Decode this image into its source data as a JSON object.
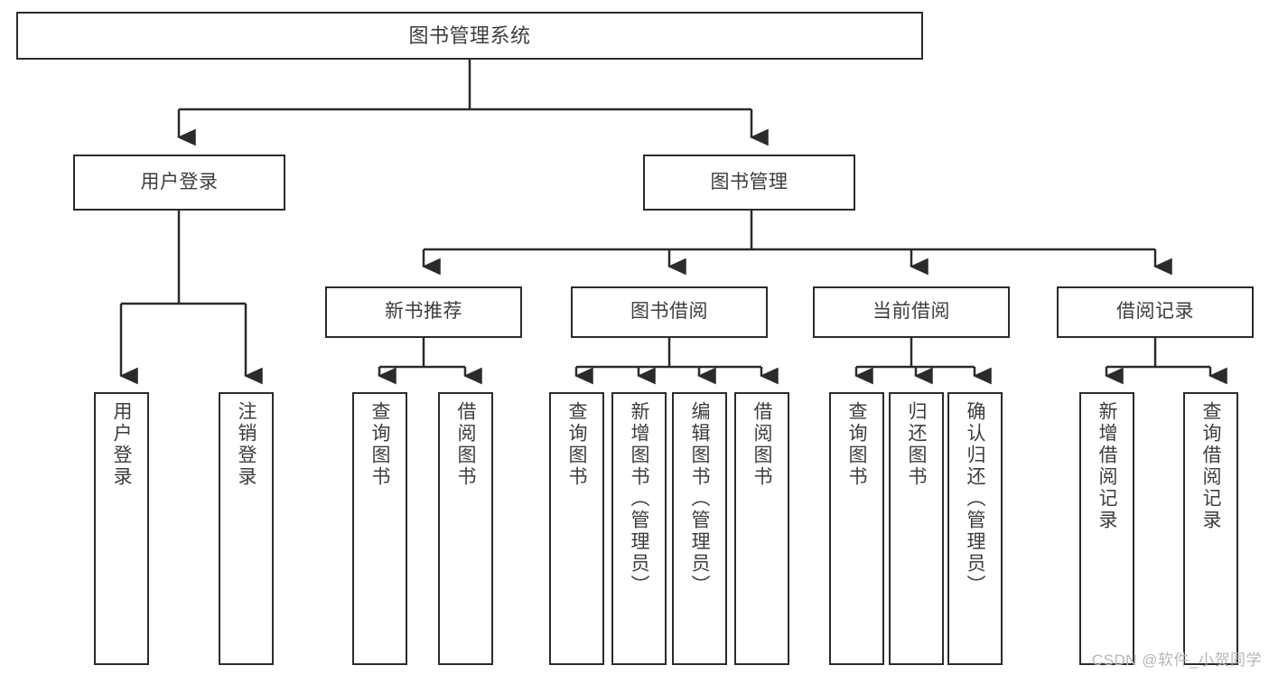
{
  "diagram": {
    "title": "图书管理系统",
    "type": "tree-hierarchy",
    "stroke_color": "#2b2b2b",
    "text_color": "#3d3d3d",
    "background_color": "#ffffff"
  },
  "root": {
    "label": "图书管理系统"
  },
  "level2": [
    {
      "label": "用户登录"
    },
    {
      "label": "图书管理"
    }
  ],
  "level3": [
    {
      "label": "新书推荐"
    },
    {
      "label": "图书借阅"
    },
    {
      "label": "当前借阅"
    },
    {
      "label": "借阅记录"
    }
  ],
  "leaves": {
    "user_login": [
      {
        "label": "用户登录"
      },
      {
        "label": "注销登录"
      }
    ],
    "new_book_recommend": [
      {
        "label": "查询图书"
      },
      {
        "label": "借阅图书"
      }
    ],
    "book_borrow": [
      {
        "label": "查询图书"
      },
      {
        "label": "新增图书（管理员）"
      },
      {
        "label": "编辑图书（管理员）"
      },
      {
        "label": "借阅图书"
      }
    ],
    "current_borrow": [
      {
        "label": "查询图书"
      },
      {
        "label": "归还图书"
      },
      {
        "label": "确认归还（管理员）"
      }
    ],
    "borrow_record": [
      {
        "label": "新增借阅记录"
      },
      {
        "label": "查询借阅记录"
      }
    ]
  },
  "watermark": {
    "text": "CSDN @软件_小贺同学"
  }
}
